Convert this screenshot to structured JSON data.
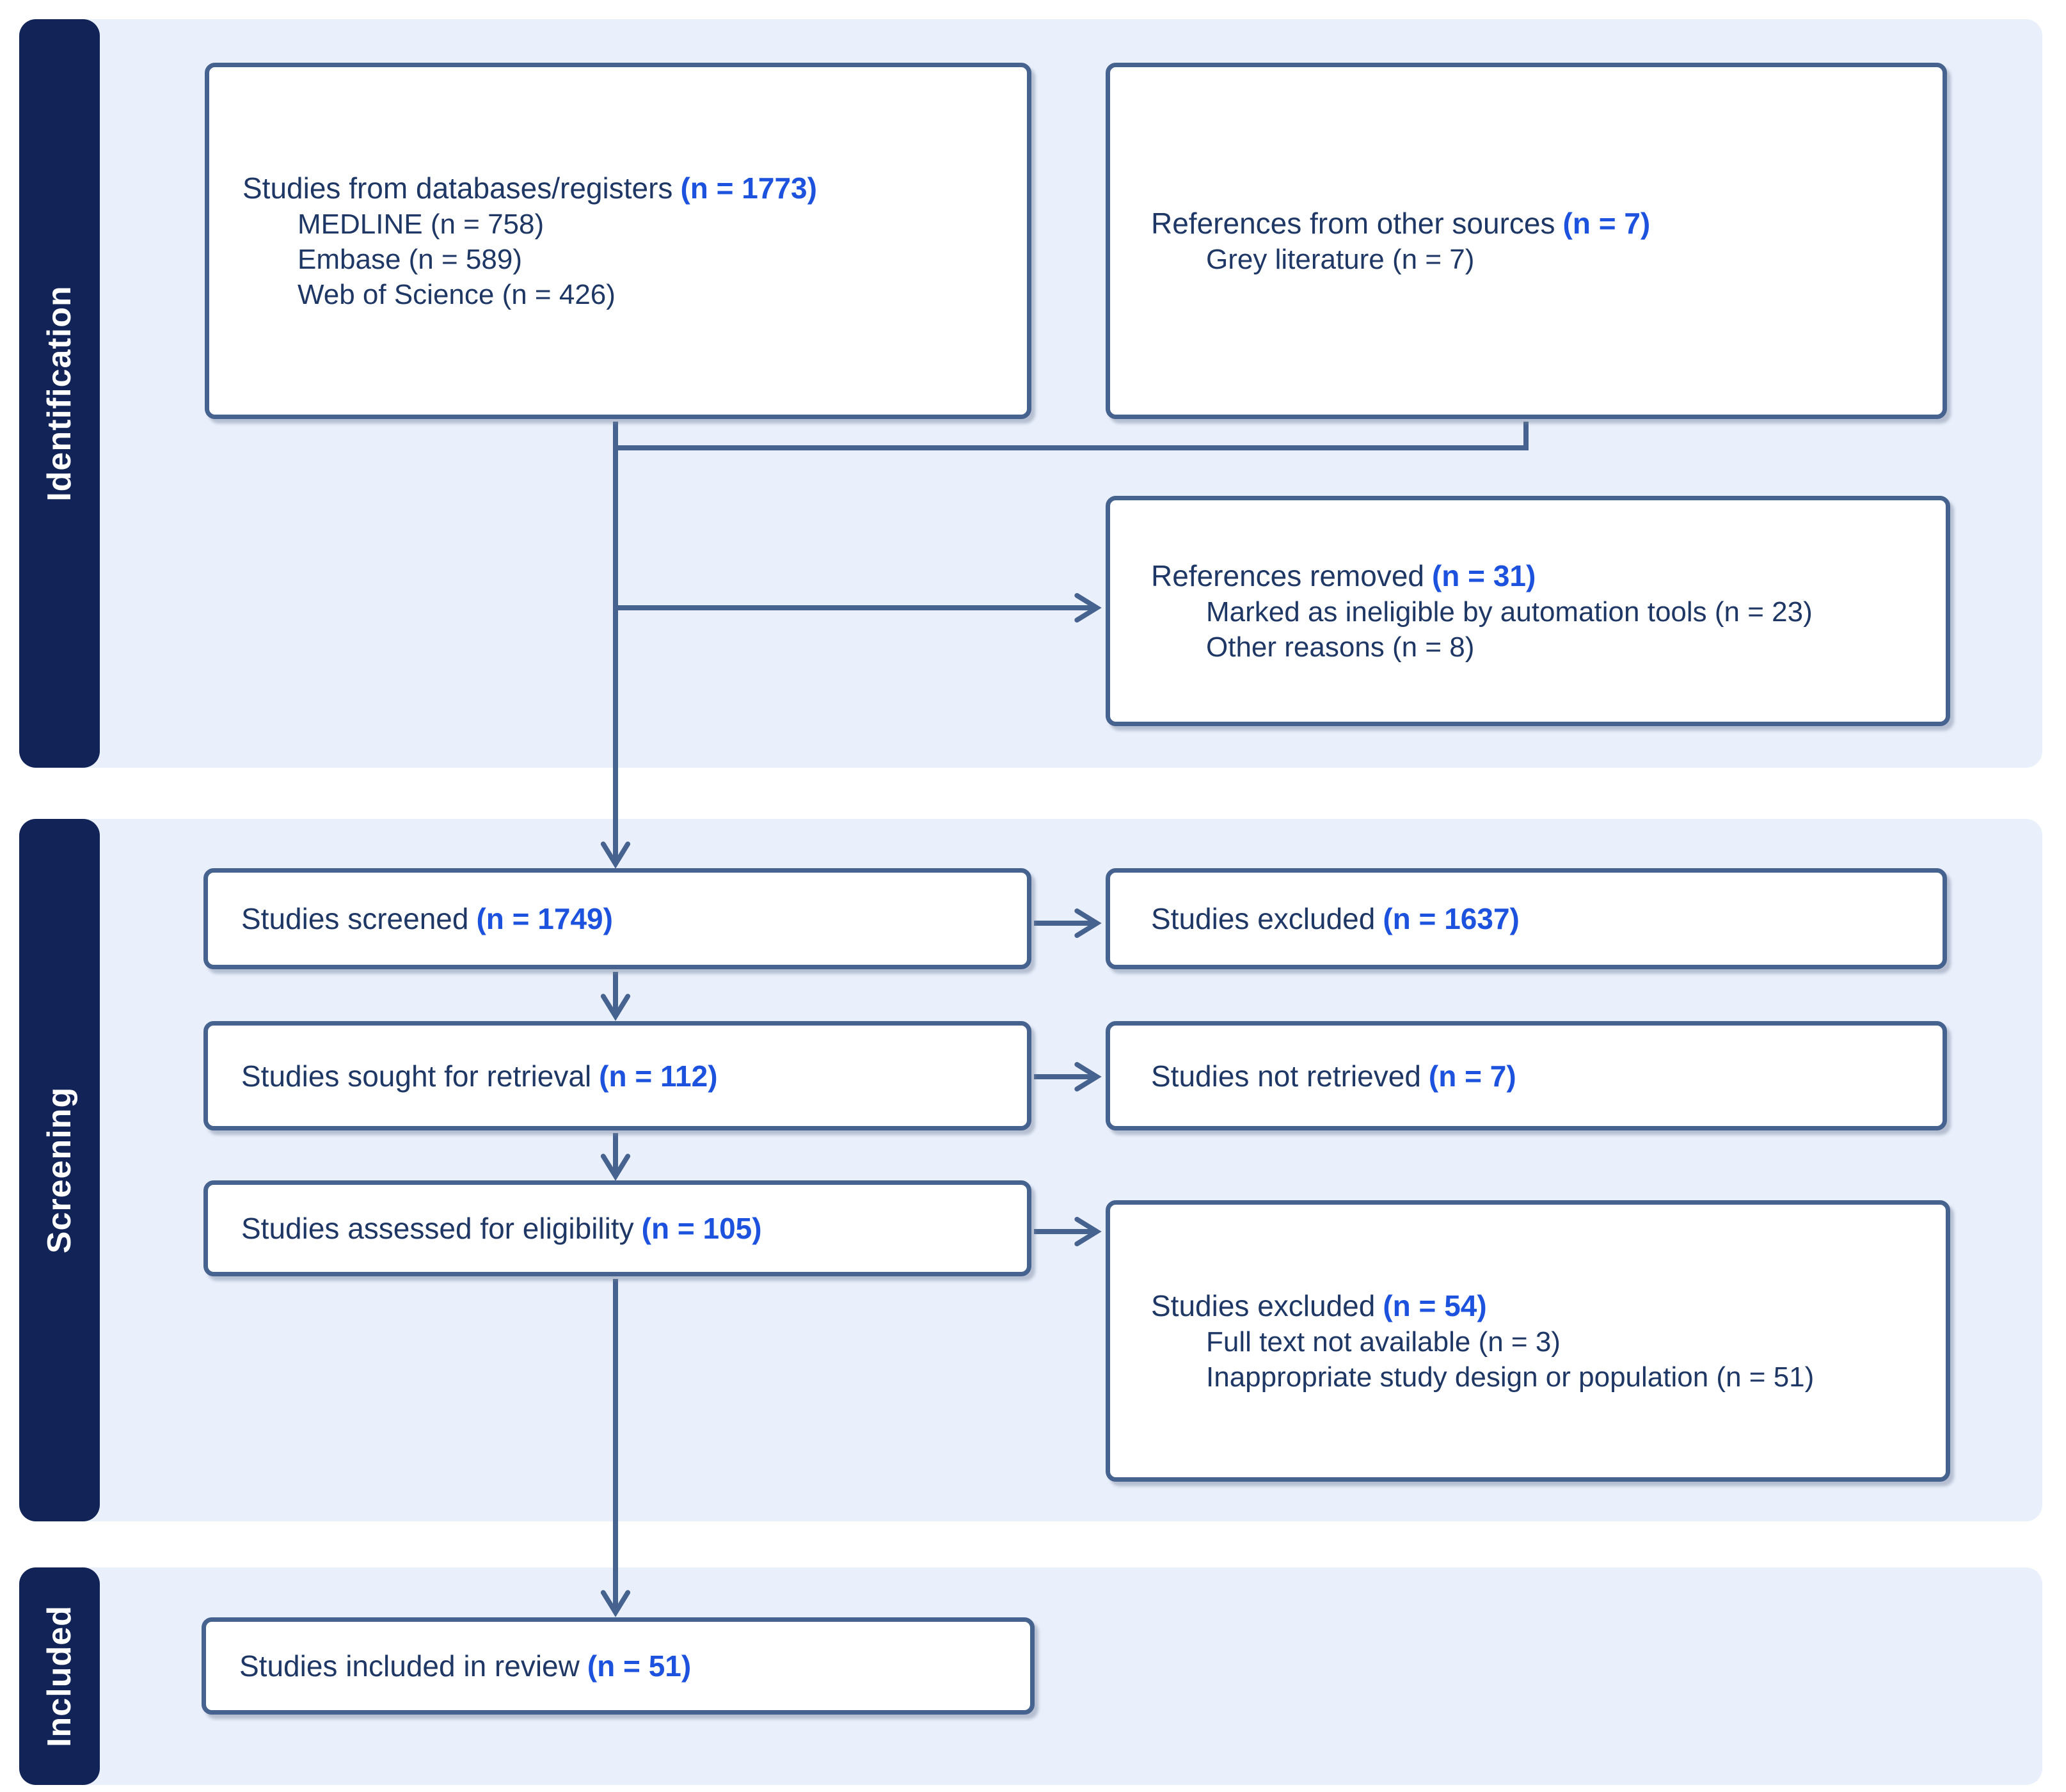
{
  "colors": {
    "sidebar_bg": "#122457",
    "panel_bg": "#e9effb",
    "box_border": "#46628e",
    "arrow": "#46628e",
    "text": "#1e3765",
    "highlight": "#1c52dd"
  },
  "sections": [
    {
      "label": "Identification"
    },
    {
      "label": "Screening"
    },
    {
      "label": "Included"
    }
  ],
  "boxes": {
    "databases": {
      "title": "Studies from databases/registers",
      "count": "(n = 1773)",
      "items": [
        "MEDLINE (n = 758)",
        "Embase (n = 589)",
        "Web of Science (n = 426)"
      ]
    },
    "other_sources": {
      "title": "References from other sources",
      "count": "(n = 7)",
      "items": [
        "Grey literature (n = 7)"
      ]
    },
    "references_removed": {
      "title": "References removed",
      "count": "(n = 31)",
      "items": [
        "Marked as ineligible by automation tools (n = 23)",
        "Other reasons (n = 8)"
      ]
    },
    "screened": {
      "title": "Studies screened",
      "count": "(n = 1749)"
    },
    "excluded_screening": {
      "title": "Studies excluded",
      "count": "(n = 1637)"
    },
    "sought": {
      "title": "Studies sought for retrieval",
      "count": "(n = 112)"
    },
    "not_retrieved": {
      "title": "Studies not retrieved",
      "count": "(n = 7)"
    },
    "assessed": {
      "title": "Studies assessed for eligibility",
      "count": "(n = 105)"
    },
    "excluded_eligibility": {
      "title": "Studies excluded",
      "count": "(n = 54)",
      "items": [
        "Full text not available (n = 3)",
        "Inappropriate study design or population (n = 51)"
      ]
    },
    "included": {
      "title": "Studies included in review",
      "count": "(n = 51)"
    }
  }
}
